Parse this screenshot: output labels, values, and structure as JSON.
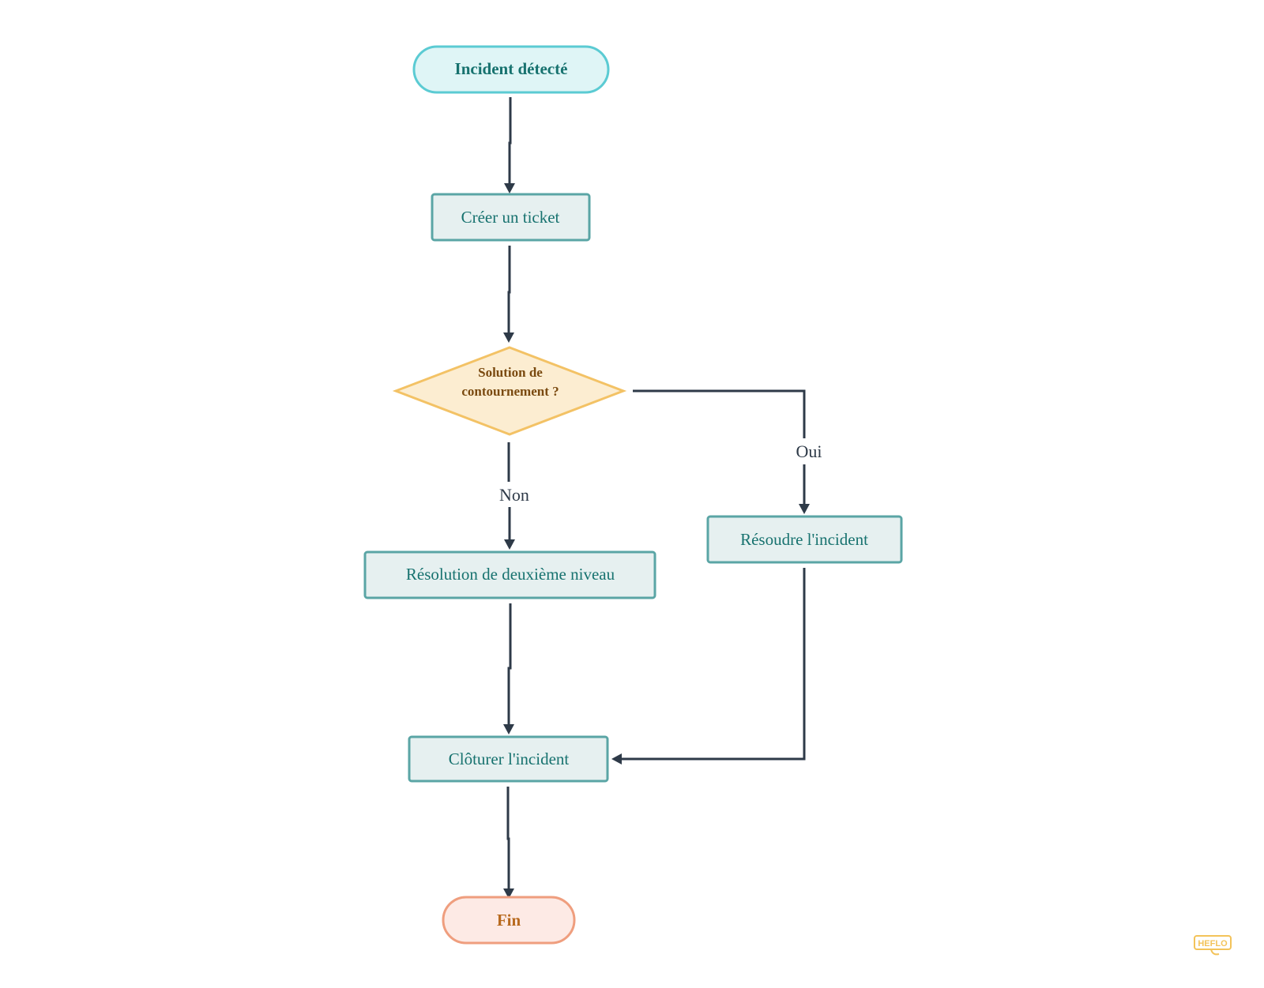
{
  "nodes": {
    "start": {
      "label": "Incident détecté",
      "shape": "terminal"
    },
    "create_ticket": {
      "label": "Créer un ticket",
      "shape": "process"
    },
    "decision": {
      "label_line1": "Solution de",
      "label_line2": "contournement ?",
      "shape": "decision"
    },
    "second_level": {
      "label": "Résolution de deuxième niveau",
      "shape": "process"
    },
    "resolve": {
      "label": "Résoudre l'incident",
      "shape": "process"
    },
    "close": {
      "label": "Clôturer l'incident",
      "shape": "process"
    },
    "end": {
      "label": "Fin",
      "shape": "terminal"
    }
  },
  "edges": {
    "no_label": "Non",
    "yes_label": "Oui"
  },
  "logo": {
    "text": "HEFLO"
  },
  "colors": {
    "start_fill": "#dff5f6",
    "start_stroke": "#5bcbd3",
    "start_text": "#17726f",
    "process_fill": "#e6f0f0",
    "process_stroke": "#5aa5a5",
    "process_text": "#17726f",
    "decision_fill": "#fcedd1",
    "decision_stroke": "#f3c265",
    "decision_text": "#7a4a10",
    "end_fill": "#fdeae5",
    "end_stroke": "#ef9e7e",
    "end_text": "#b86a1f",
    "edge": "#2e3a48",
    "logo": "#f3c35a"
  }
}
